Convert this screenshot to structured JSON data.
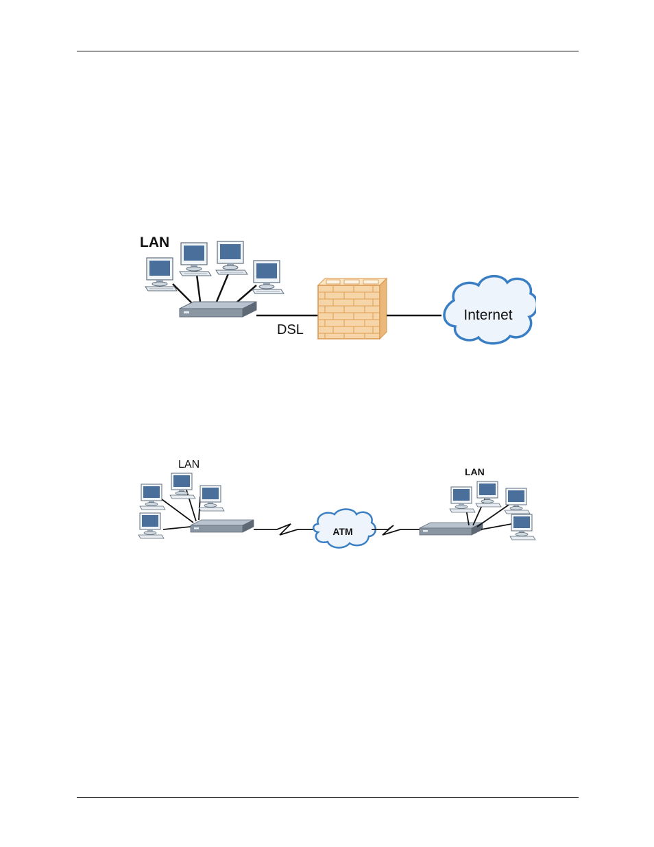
{
  "figure1": {
    "lan_label": "LAN",
    "link_label": "DSL",
    "cloud_label": "Internet"
  },
  "figure2": {
    "left_lan_label": "LAN",
    "cloud_label": "ATM",
    "right_lan_label": "LAN"
  },
  "colors": {
    "cloud_fill": "#eef4fb",
    "cloud_stroke": "#3a7fc4",
    "brick_fill": "#f6d6a8",
    "brick_stroke": "#d9944a",
    "device_top": "#b9c3cf",
    "device_side": "#6f7b89",
    "monitor_blue": "#4a6f9a"
  }
}
